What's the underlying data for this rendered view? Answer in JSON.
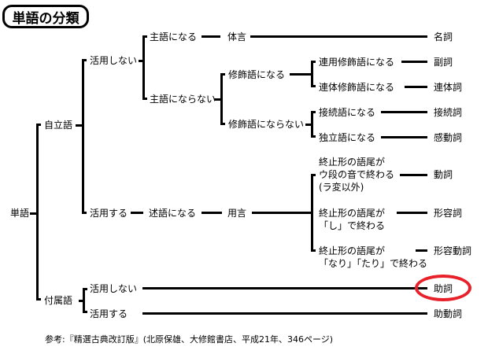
{
  "title": "単語の分類",
  "nodes": {
    "root": "単語",
    "jiritsugo": "自立語",
    "fuzokugo": "付属語",
    "katsuyou_shinai_1": "活用しない",
    "katsuyou_suru_1": "活用する",
    "shugo_ni_naru": "主語になる",
    "shugo_ni_naranai": "主語にならない",
    "taigen": "体言",
    "meishi": "名詞",
    "shuushokugo_ni_naru": "修飾語になる",
    "shuushokugo_ni_naranai": "修飾語にならない",
    "renyou": "連用修飾語になる",
    "rentai": "連体修飾語になる",
    "fukushi": "副詞",
    "rentaishi": "連体詞",
    "setsuzokugo": "接続語になる",
    "dokuritsugo": "独立語になる",
    "setsuzokushi": "接続詞",
    "kandoushi": "感動詞",
    "jutsugo": "述語になる",
    "yougen": "用言",
    "doushi_cond": [
      "終止形の語尾が",
      "ウ段の音で終わる",
      "(ラ変以外)"
    ],
    "doushi": "動詞",
    "keiyoushi_cond": [
      "終止形の語尾が",
      "「し」で終わる"
    ],
    "keiyoushi": "形容詞",
    "keiyoudoushi_cond": [
      "終止形の語尾が",
      "「なり」「たり」で終わる"
    ],
    "keiyoudoushi": "形容動詞",
    "katsuyou_shinai_2": "活用しない",
    "katsuyou_suru_2": "活用する",
    "joshi": "助詞",
    "jodoushi": "助動詞"
  },
  "highlight": {
    "target": "助詞",
    "color": "#e8202a"
  },
  "reference": "参考:『精選古典改訂版』(北原保雄、大修館書店、平成21年、346ページ)"
}
